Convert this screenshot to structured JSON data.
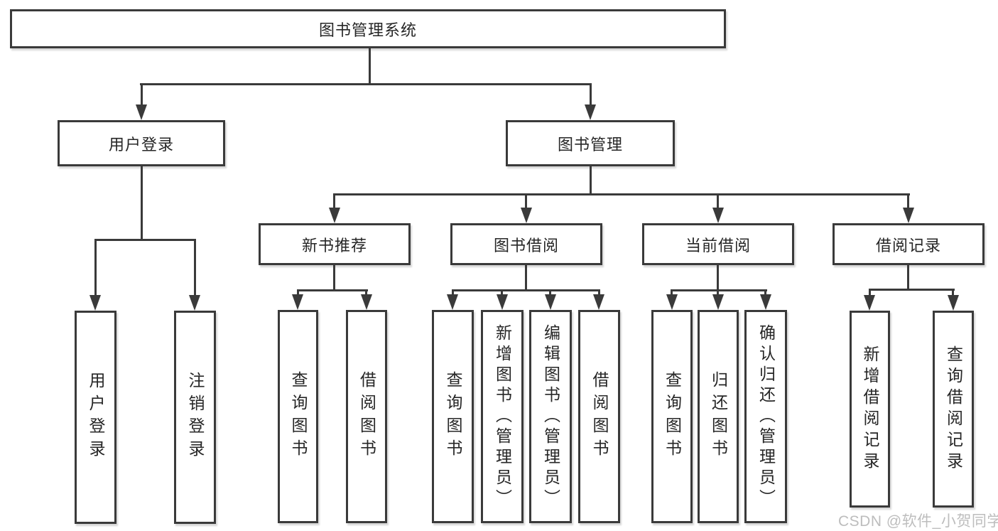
{
  "diagram": {
    "title": "图书管理系统",
    "level2": [
      {
        "label": "用户登录",
        "children": [
          {
            "label": "用户登录"
          },
          {
            "label": "注销登录"
          }
        ]
      },
      {
        "label": "图书管理",
        "children": [
          {
            "label": "新书推荐",
            "children": [
              {
                "label": "查询图书"
              },
              {
                "label": "借阅图书"
              }
            ]
          },
          {
            "label": "图书借阅",
            "children": [
              {
                "label": "查询图书"
              },
              {
                "label": "新增图书（管理员）"
              },
              {
                "label": "编辑图书（管理员）"
              },
              {
                "label": "借阅图书"
              }
            ]
          },
          {
            "label": "当前借阅",
            "children": [
              {
                "label": "查询图书"
              },
              {
                "label": "归还图书"
              },
              {
                "label": "确认归还（管理员）"
              }
            ]
          },
          {
            "label": "借阅记录",
            "children": [
              {
                "label": "新增借阅记录"
              },
              {
                "label": "查询借阅记录"
              }
            ]
          }
        ]
      }
    ]
  },
  "watermark": {
    "text": "CSDN @软件_小贺同学"
  },
  "colors": {
    "line": "#3a3a3a",
    "text": "#262626",
    "watermark": "#bdbdbd",
    "background": "#ffffff"
  }
}
